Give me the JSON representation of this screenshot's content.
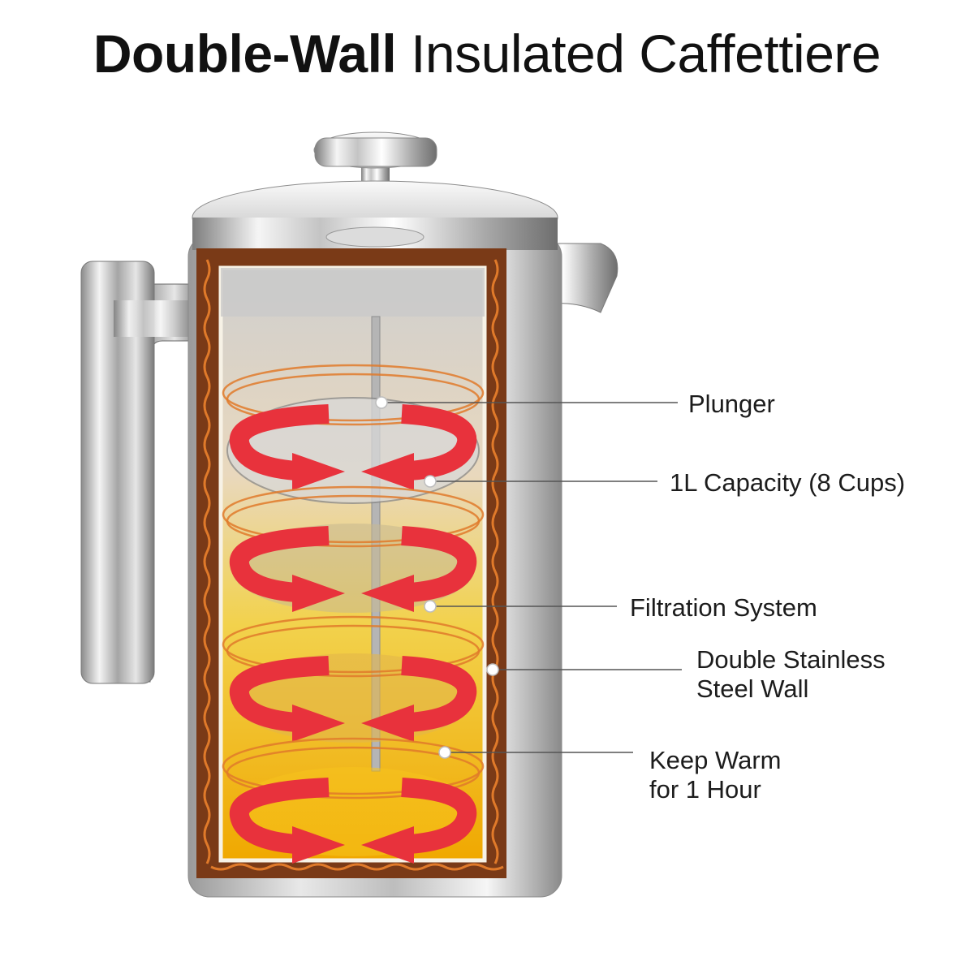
{
  "title": {
    "bold": "Double-Wall",
    "rest": "Insulated Caffettiere"
  },
  "callouts": {
    "plunger": "Plunger",
    "capacity": "1L Capacity (8 Cups)",
    "filtration": "Filtration System",
    "wall_line1": "Double Stainless",
    "wall_line2": "Steel Wall",
    "warm_line1": "Keep Warm",
    "warm_line2": "for 1 Hour"
  },
  "colors": {
    "steel_light": "#f1f1f1",
    "steel_dark": "#8d8d8d",
    "insulation_brown": "#7a3a17",
    "wave_orange": "#e07a2a",
    "heat_arrow_red": "#e8323c",
    "coffee_amber": "#f2b400",
    "leader_line": "#555555"
  },
  "icons": {
    "heat_circulation": "curved-arrow-icon",
    "callout_point": "dot-icon"
  }
}
